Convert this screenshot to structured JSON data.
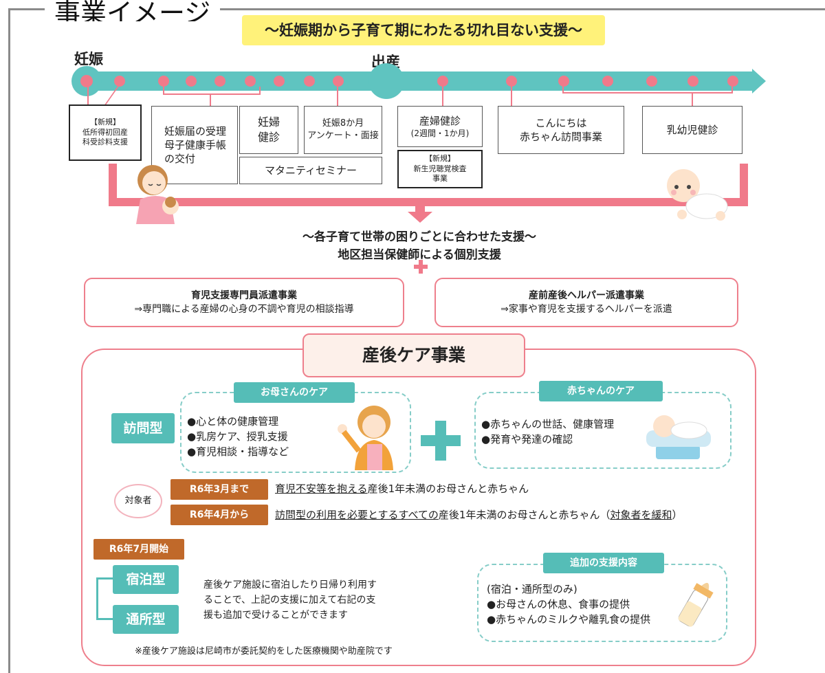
{
  "header": {
    "frame_title": "事業イメージ",
    "banner": "～妊娠期から子育て期にわたる切れ目ない支援～"
  },
  "timeline": {
    "stage_start": "妊娠",
    "stage_birth": "出産",
    "boxes": {
      "new_low_income": [
        "【新規】",
        "低所得初回産",
        "科受診料支援"
      ],
      "pregnancy_report": [
        "妊娠届の受理",
        "母子健康手帳",
        "の交付"
      ],
      "maternal_checkup": [
        "妊婦",
        "健診"
      ],
      "eight_month": [
        "妊娠8か月",
        "アンケート・面接"
      ],
      "maternity_seminar": "マタニティセミナー",
      "postpartum_checkup": [
        "産婦健診",
        "(2週間・1か月)"
      ],
      "newborn_hearing": [
        "【新規】",
        "新生児聴覚検査",
        "事業"
      ],
      "hello_baby": [
        "こんにちは",
        "赤ちゃん訪問事業"
      ],
      "infant_checkup": "乳幼児健診"
    }
  },
  "individual_support": {
    "line1": "～各子育て世帯の困りごとに合わせた支援～",
    "line2": "地区担当保健師による個別支援",
    "left_box": {
      "title": "育児支援専門員派遣事業",
      "desc": "⇒専門職による産婦の心身の不調や育児の相談指導"
    },
    "right_box": {
      "title": "産前産後ヘルパー派遣事業",
      "desc": "⇒家事や育児を支援するヘルパーを派遣"
    }
  },
  "postpartum_care": {
    "title": "産後ケア事業",
    "visit_type": "訪問型",
    "mother_care": {
      "label": "お母さんのケア",
      "items": [
        "●心と体の健康管理",
        "●乳房ケア、授乳支援",
        "●育児相談・指導など"
      ]
    },
    "baby_care": {
      "label": "赤ちゃんのケア",
      "items": [
        "●赤ちゃんの世話、健康管理",
        "●発育や発達の確認"
      ]
    },
    "target_label": "対象者",
    "until_march": {
      "tag": "R6年3月まで",
      "underlined": "育児不安等を抱える",
      "rest": "産後1年未満のお母さんと赤ちゃん"
    },
    "from_april": {
      "tag": "R6年4月から",
      "underlined": "訪問型の利用を必要とするすべての",
      "rest": "産後1年未満のお母さんと赤ちゃん（",
      "underlined2": "対象者を緩和",
      "close": "）"
    },
    "july_start": "R6年7月開始",
    "stay_type": "宿泊型",
    "day_type": "通所型",
    "stay_desc": [
      "産後ケア施設に宿泊したり日帰り利用す",
      "ることで、上記の支援に加えて右記の支",
      "援も追加で受けることができます"
    ],
    "additional": {
      "label": "追加の支援内容",
      "items": [
        "(宿泊・通所型のみ)",
        "●お母さんの休息、食事の提供",
        "●赤ちゃんのミルクや離乳食の提供"
      ]
    },
    "footnote": "※産後ケア施設は尼崎市が委託契約をした医療機関や助産院です"
  },
  "colors": {
    "teal": "#5fc4c0",
    "pink": "#f07a8a",
    "yellow": "#fff27a",
    "brown": "#c0692a"
  }
}
